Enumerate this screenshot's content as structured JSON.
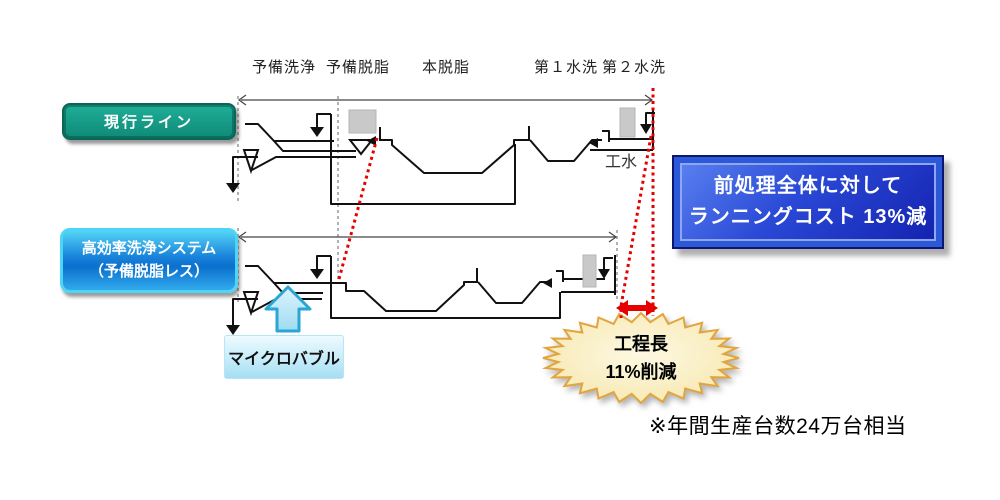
{
  "stages": {
    "labels": [
      "予備洗浄",
      "予備脱脂",
      "本脱脂",
      "第１水洗",
      "第２水洗"
    ]
  },
  "lines": {
    "current": {
      "label": "現行ライン"
    },
    "improved": {
      "label_main": "高効率洗浄システム",
      "label_sub": "（予備脱脂レス）"
    }
  },
  "callouts": {
    "microbubble": "マイクロバブル",
    "industrial_water": "工水",
    "cost_box": {
      "line1": "前処理全体に対して",
      "line2": "ランニングコスト 13%減"
    },
    "length_burst": {
      "line1": "工程長",
      "line2": "11%削減"
    },
    "footnote": "※年間生産台数24万台相当"
  },
  "colors": {
    "current_badge": "#14a08c",
    "improved_badge": "#1a9be4",
    "cost_box_blue": "#1226b8",
    "highlight_red": "#e60000",
    "burst_border": "#e2a53e",
    "microbubble_cyan": "#2aa6d5"
  }
}
